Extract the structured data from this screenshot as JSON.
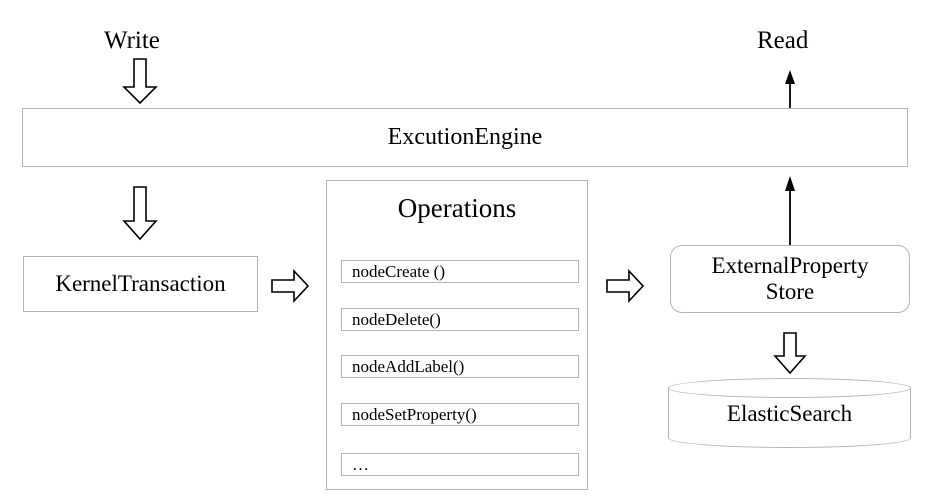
{
  "diagram": {
    "title_labels": {
      "write": "Write",
      "read": "Read"
    },
    "nodes": {
      "execution_engine": "ExcutionEngine",
      "kernel_transaction": "KernelTransaction",
      "operations_title": "Operations",
      "external_property_store_line1": "ExternalProperty",
      "external_property_store_line2": "Store",
      "elasticsearch": "ElasticSearch"
    },
    "operations": [
      {
        "label": "nodeCreate ()"
      },
      {
        "label": "nodeDelete()"
      },
      {
        "label": "nodeAddLabel()"
      },
      {
        "label": "nodeSetProperty()"
      },
      {
        "label": "…"
      }
    ],
    "colors": {
      "border": "#b3b3b3",
      "arrow_stroke": "#000000",
      "arrow_fill": "#ffffff",
      "background": "#ffffff",
      "text": "#000000"
    },
    "arrows": {
      "write_to_engine": "block-arrow-down",
      "engine_to_kernel": "block-arrow-down",
      "kernel_to_operations": "block-arrow-right",
      "operations_to_store": "block-arrow-right",
      "store_to_elasticsearch": "block-arrow-down",
      "store_to_engine": "thin-arrow-up",
      "engine_to_read": "thin-arrow-up"
    }
  }
}
